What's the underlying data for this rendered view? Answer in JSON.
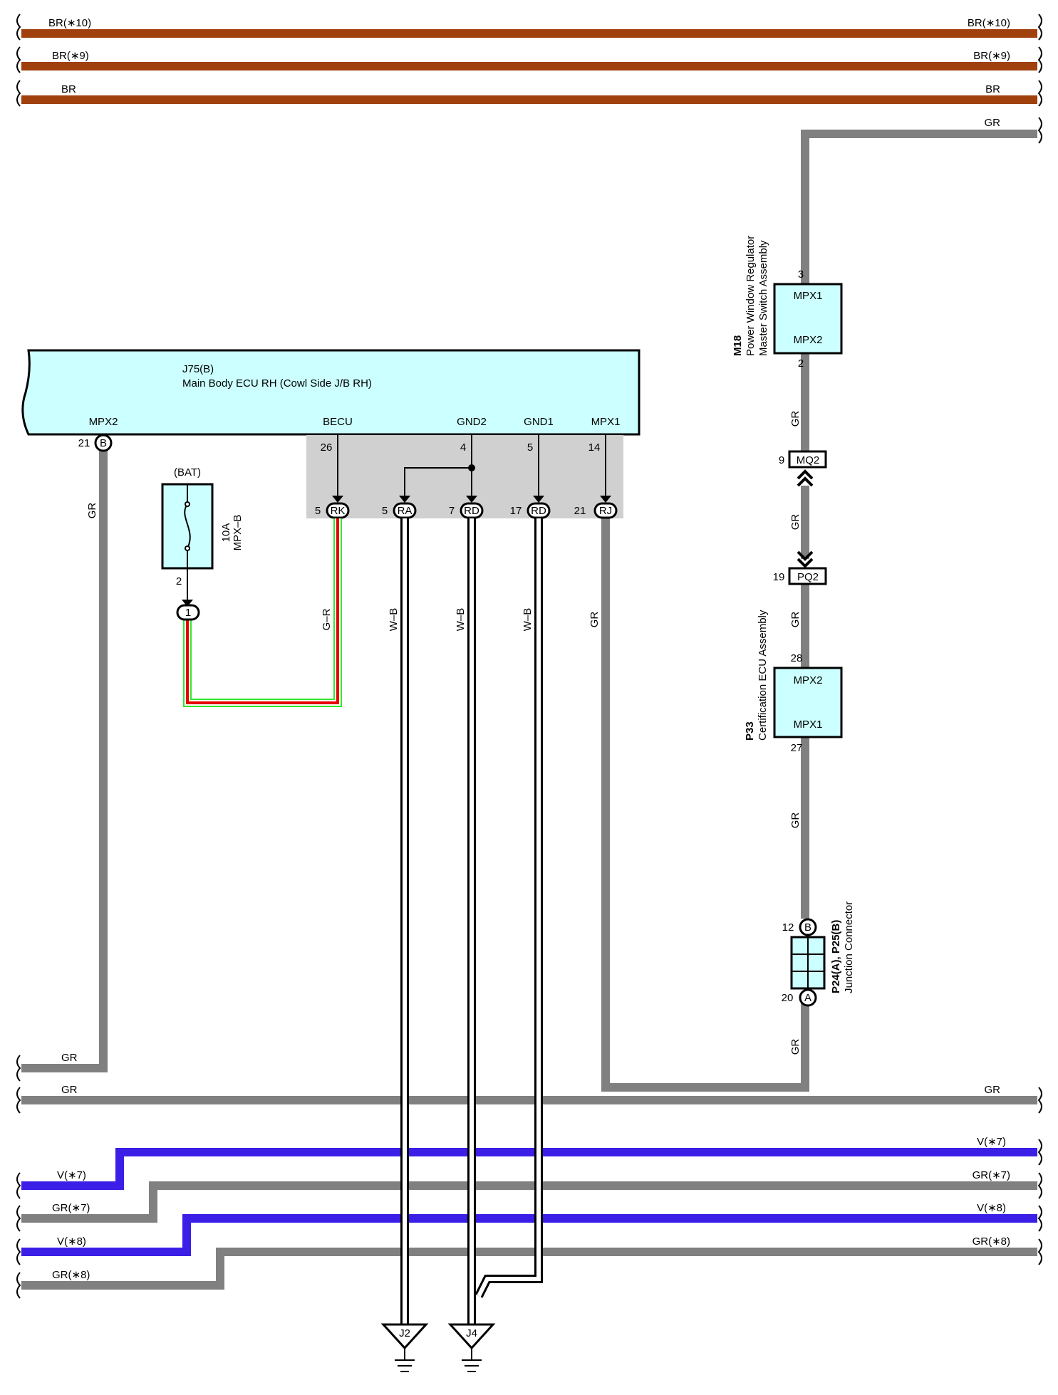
{
  "colors": {
    "BR": "#a0400c",
    "GR": "#808080",
    "V": "#3b1fe6",
    "G": "#33e633",
    "R": "#e60000",
    "W": "#ffffff",
    "B": "#000000",
    "ecu_fill": "#ccffff",
    "connector_bg": "#d0d0d0"
  },
  "harness": {
    "top_left": [
      "BR(∗10)",
      "BR(∗9)",
      "BR"
    ],
    "top_right": [
      "BR(∗10)",
      "BR(∗9)",
      "BR",
      "GR"
    ],
    "bottom_left": [
      "GR",
      "GR",
      "V(∗7)",
      "GR(∗7)",
      "V(∗8)",
      "GR(∗8)"
    ],
    "bottom_right": [
      "GR",
      "V(∗7)",
      "GR(∗7)",
      "V(∗8)",
      "GR(∗8)"
    ]
  },
  "ecu": {
    "code": "J75(B)",
    "name": "Main Body ECU RH (Cowl Side J/B RH)",
    "terminals": [
      {
        "name": "MPX2",
        "pin": "21",
        "connector": "B"
      },
      {
        "name": "BECU",
        "pin": "26",
        "connector_pin": "5",
        "connector": "RK"
      },
      {
        "name": "GND2",
        "pin": "4",
        "connector_pin": "5",
        "connector": "RA"
      },
      {
        "name": "",
        "pin": "",
        "connector_pin": "7",
        "connector": "RD"
      },
      {
        "name": "GND1",
        "pin": "5",
        "connector_pin": "17",
        "connector": "RD"
      },
      {
        "name": "MPX1",
        "pin": "14",
        "connector_pin": "21",
        "connector": "RJ"
      }
    ]
  },
  "fuse": {
    "source": "(BAT)",
    "rating": "10A",
    "name": "MPX–B",
    "pin": "2",
    "connector": "1"
  },
  "wires": {
    "mpx2": "GR",
    "becu": "G–R",
    "gnd_a": "W–B",
    "gnd_b": "W–B",
    "gnd_c": "W–B",
    "mpx1": "GR",
    "right_segments": [
      "GR",
      "GR",
      "GR",
      "GR",
      "GR"
    ]
  },
  "m18": {
    "code": "M18",
    "name_line1": "Power Window Regulator",
    "name_line2": "Master Switch Assembly",
    "pin_top": "3",
    "pin_bottom": "2",
    "term_top": "MPX1",
    "term_bottom": "MPX2"
  },
  "mq2": {
    "pin": "9",
    "name": "MQ2"
  },
  "pq2": {
    "pin": "19",
    "name": "PQ2"
  },
  "p33": {
    "code": "P33",
    "name": "Certification ECU Assembly",
    "pin_top": "28",
    "pin_bottom": "27",
    "term_top": "MPX2",
    "term_bottom": "MPX1"
  },
  "junction": {
    "code": "P24(A), P25(B)",
    "name": "Junction Connector",
    "pin_top": "12",
    "pin_bottom": "20",
    "conn_top": "B",
    "conn_bottom": "A"
  },
  "grounds": [
    {
      "name": "J2"
    },
    {
      "name": "J4"
    }
  ]
}
